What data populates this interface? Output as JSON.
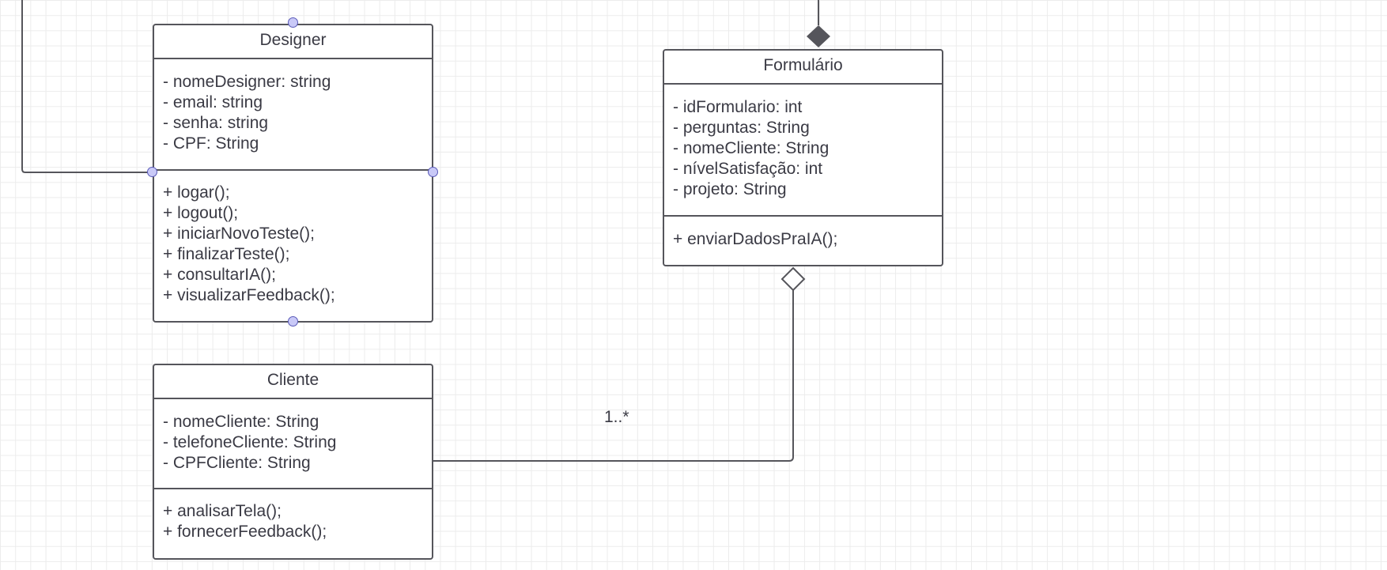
{
  "diagram": {
    "classes": {
      "designer": {
        "name": "Designer",
        "attributes": [
          "- nomeDesigner: string",
          "- email: string",
          "- senha: string",
          "- CPF: String"
        ],
        "methods": [
          "+ logar();",
          "+ logout();",
          "+ iniciarNovoTeste();",
          "+ finalizarTeste();",
          "+ consultarIA();",
          "+ visualizarFeedback();"
        ]
      },
      "formulario": {
        "name": "Formulário",
        "attributes": [
          "- idFormulario: int",
          "- perguntas: String",
          "- nomeCliente: String",
          "- nívelSatisfação: int",
          "- projeto: String"
        ],
        "methods": [
          "+ enviarDadosPraIA();"
        ]
      },
      "cliente": {
        "name": "Cliente",
        "attributes": [
          "- nomeCliente: String",
          "- telefoneCliente: String",
          "- CPFCliente: String"
        ],
        "methods": [
          "+ analisarTela();",
          "+ fornecerFeedback();"
        ]
      }
    },
    "relations": {
      "cliente_formulario": {
        "kind": "aggregation",
        "multiplicity": "1..*"
      },
      "formulario_parent": {
        "kind": "composition"
      }
    },
    "colors": {
      "line": "#55555b",
      "handle_fill": "#c9c9f7",
      "handle_stroke": "#5a5ab8",
      "grid": "#ececec"
    }
  }
}
